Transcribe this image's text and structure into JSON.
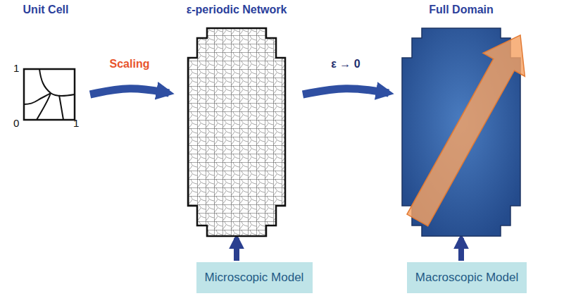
{
  "diagram": {
    "nodes": [
      {
        "text": [
          "Unit Cell"
        ]
      },
      {
        "text": [
          "ε-periodic Network"
        ]
      },
      {
        "text": [
          "Full Domain"
        ]
      },
      {
        "text": [
          "Microscopic Model"
        ]
      },
      {
        "text": [
          "Macroscopic Model"
        ]
      }
    ],
    "edges": [
      {
        "from": 0,
        "to": 1,
        "label": "Scaling",
        "arrow": "to"
      },
      {
        "from": 1,
        "to": 2,
        "label": "ε → 0",
        "arrow": "to"
      },
      {
        "from": 3,
        "to": 1,
        "arrow": "to"
      },
      {
        "from": 4,
        "to": 2,
        "arrow": "to"
      }
    ],
    "labels": [
      "1",
      "0",
      "1"
    ]
  }
}
